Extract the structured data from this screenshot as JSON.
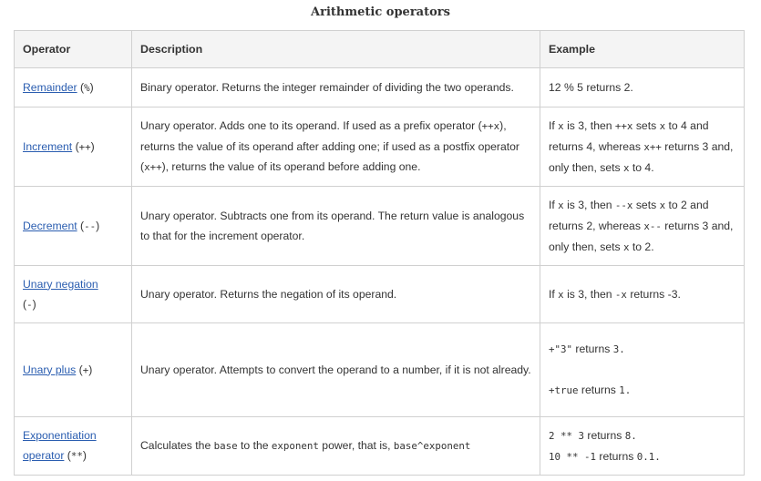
{
  "caption": "Arithmetic operators",
  "headers": {
    "operator": "Operator",
    "description": "Description",
    "example": "Example"
  },
  "rows": [
    {
      "name": "Remainder",
      "symbol": "%",
      "description": "Binary operator. Returns the integer remainder of dividing the two operands.",
      "example": "12 % 5 returns 2."
    },
    {
      "name": "Increment",
      "symbol": "++",
      "desc": {
        "t1": "Unary operator. Adds one to its operand. If used as a prefix operator (",
        "c1": "++x",
        "t2": "), returns the value of its operand after adding one; if used as a postfix operator (",
        "c2": "x++",
        "t3": "), returns the value of its operand before adding one."
      },
      "ex": {
        "t1": "If ",
        "c1": "x",
        "t2": " is 3, then ",
        "c2": "++x",
        "t3": " sets ",
        "c3": "x",
        "t4": " to 4 and returns 4, whereas ",
        "c4": "x++",
        "t5": " returns 3 and, only then, sets ",
        "c5": "x",
        "t6": " to 4."
      }
    },
    {
      "name": "Decrement",
      "symbol": "--",
      "description": "Unary operator. Subtracts one from its operand. The return value is analogous to that for the increment operator.",
      "ex": {
        "t1": "If ",
        "c1": "x",
        "t2": " is 3, then ",
        "c2": "--x",
        "t3": " sets ",
        "c3": "x",
        "t4": " to 2 and returns 2, whereas ",
        "c4": "x--",
        "t5": " returns 3 and, only then, sets ",
        "c5": "x",
        "t6": " to 2."
      }
    },
    {
      "name": "Unary negation",
      "symbol": "-",
      "description": "Unary operator. Returns the negation of its operand.",
      "ex": {
        "t1": "If ",
        "c1": "x",
        "t2": " is 3, then ",
        "c2": "-x",
        "t3": " returns -3."
      }
    },
    {
      "name": "Unary plus",
      "symbol": "+",
      "description": "Unary operator. Attempts to convert the operand to a number, if it is not already.",
      "ex": {
        "l1code": "+\"3\"",
        "l1ret": " returns ",
        "l1val": "3",
        "l1end": ".",
        "l2code": "+true",
        "l2ret": " returns ",
        "l2val": "1",
        "l2end": "."
      }
    },
    {
      "name": "Exponentiation operator",
      "symbol": "**",
      "desc": {
        "t1": "Calculates the ",
        "c1": "base",
        "t2": " to the ",
        "c2": "exponent",
        "t3": " power, that is, ",
        "c3": "base^exponent"
      },
      "ex": {
        "l1code": "2 ** 3",
        "l1ret": " returns ",
        "l1val": "8",
        "l1end": ".",
        "l2code": "10 ** -1",
        "l2ret": " returns ",
        "l2val": "0.1",
        "l2end": "."
      }
    }
  ]
}
